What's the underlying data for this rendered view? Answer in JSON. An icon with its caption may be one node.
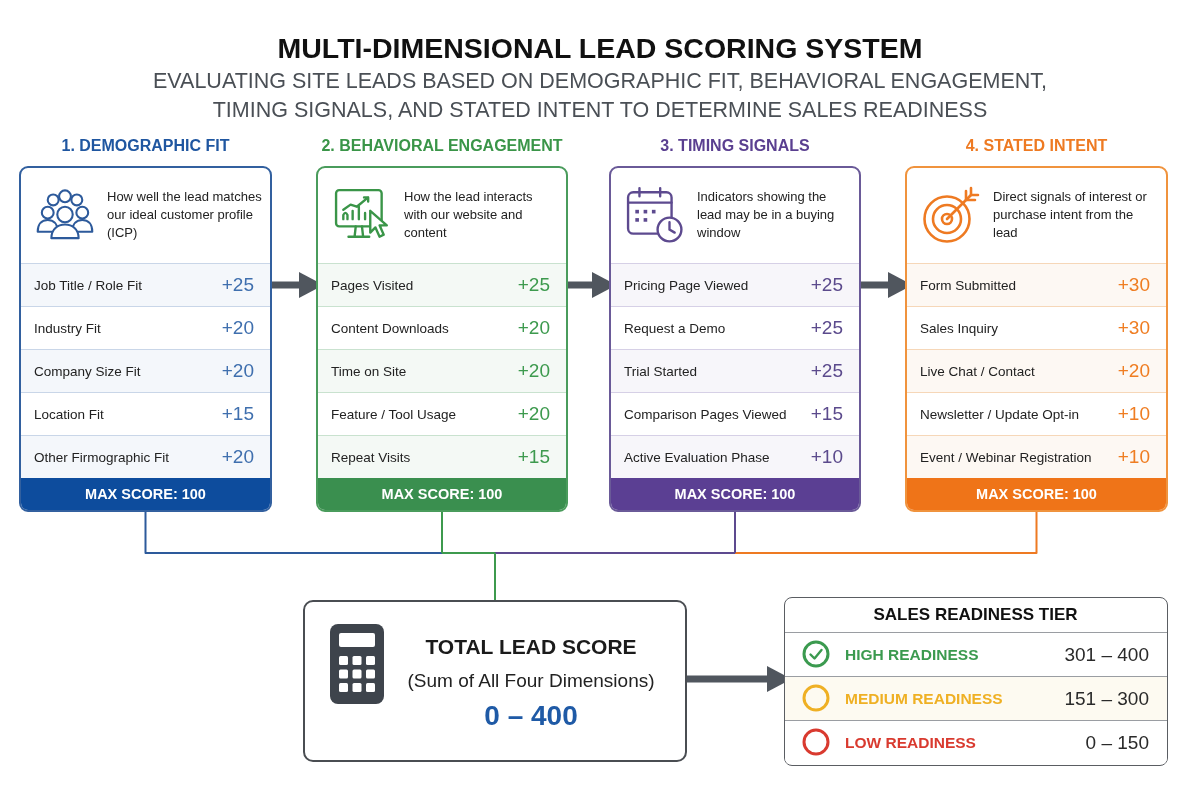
{
  "diagram": {
    "title": "MULTI-DIMENSIONAL LEAD SCORING SYSTEM",
    "nodes": [
      {
        "text": [
          "1. DEMOGRAPHIC FIT",
          "How well the lead matches our ideal customer profile (ICP)"
        ]
      },
      {
        "text": [
          "Job Title / Role Fit",
          "+25"
        ],
        "in": 0
      },
      {
        "text": [
          "Industry Fit",
          "+20"
        ],
        "in": 0
      },
      {
        "text": [
          "Company Size Fit",
          "+20"
        ],
        "in": 0
      },
      {
        "text": [
          "Location Fit",
          "+15"
        ],
        "in": 0
      },
      {
        "text": [
          "Other Firmographic Fit",
          "+20"
        ],
        "in": 0
      },
      {
        "text": [
          "MAX SCORE: 100"
        ],
        "in": 0
      },
      {
        "text": [
          "2. BEHAVIORAL ENGAGEMENT",
          "How the lead interacts with our website and content"
        ]
      },
      {
        "text": [
          "Pages Visited",
          "+25"
        ],
        "in": 7
      },
      {
        "text": [
          "Content Downloads",
          "+20"
        ],
        "in": 7
      },
      {
        "text": [
          "Time on Site",
          "+20"
        ],
        "in": 7
      },
      {
        "text": [
          "Feature / Tool Usage",
          "+20"
        ],
        "in": 7
      },
      {
        "text": [
          "Repeat Visits",
          "+15"
        ],
        "in": 7
      },
      {
        "text": [
          "MAX SCORE: 100"
        ],
        "in": 7
      },
      {
        "text": [
          "3. TIMING SIGNALS",
          "Indicators showing the lead may be in a buying window"
        ]
      },
      {
        "text": [
          "Pricing Page Viewed",
          "+25"
        ],
        "in": 14
      },
      {
        "text": [
          "Request a Demo",
          "+25"
        ],
        "in": 14
      },
      {
        "text": [
          "Trial Started",
          "+25"
        ],
        "in": 14
      },
      {
        "text": [
          "Comparison Pages Viewed",
          "+15"
        ],
        "in": 14
      },
      {
        "text": [
          "Active Evaluation Phase",
          "+10"
        ],
        "in": 14
      },
      {
        "text": [
          "MAX SCORE: 100"
        ],
        "in": 14
      },
      {
        "text": [
          "4. STATED INTENT",
          "Direct signals of interest or purchase intent from the lead"
        ]
      },
      {
        "text": [
          "Form Submitted",
          "+30"
        ],
        "in": 21
      },
      {
        "text": [
          "Sales Inquiry",
          "+30"
        ],
        "in": 21
      },
      {
        "text": [
          "Live Chat / Contact",
          "+20"
        ],
        "in": 21
      },
      {
        "text": [
          "Newsletter / Update Opt-in",
          "+10"
        ],
        "in": 21
      },
      {
        "text": [
          "Event / Webinar Registration",
          "+10"
        ],
        "in": 21
      },
      {
        "text": [
          "MAX SCORE: 100"
        ],
        "in": 21
      },
      {
        "text": [
          "TOTAL LEAD SCORE",
          "(Sum of All Four Dimensions)",
          "0 – 400"
        ]
      },
      {
        "text": [
          "SALES READINESS TIER"
        ]
      },
      {
        "text": [
          "HIGH READINESS",
          "301 – 400"
        ],
        "in": 29
      },
      {
        "text": [
          "MEDIUM READINESS",
          "151 – 300"
        ],
        "in": 29
      },
      {
        "text": [
          "LOW READINESS",
          "0 – 150"
        ],
        "in": 29
      }
    ],
    "edges": [
      {
        "from": 0,
        "to": 7,
        "arrow": "to",
        "style": "thick"
      },
      {
        "from": 7,
        "to": 14,
        "arrow": "to",
        "style": "thick"
      },
      {
        "from": 14,
        "to": 21,
        "arrow": "to",
        "style": "thick"
      },
      {
        "from": 0,
        "to": 28,
        "arrow": "none",
        "color": "#2d5a9b"
      },
      {
        "from": 7,
        "to": 28,
        "arrow": "none",
        "color": "#3d9a4e"
      },
      {
        "from": 14,
        "to": 28,
        "arrow": "none",
        "color": "#5d4a8f"
      },
      {
        "from": 21,
        "to": 28,
        "arrow": "none",
        "color": "#ee7a22"
      },
      {
        "from": 28,
        "to": 29,
        "arrow": "to",
        "style": "thick"
      }
    ],
    "labels": [
      "EVALUATING SITE LEADS BASED ON DEMOGRAPHIC FIT, BEHAVIORAL ENGAGEMENT, TIMING SIGNALS, AND STATED INTENT TO DETERMINE SALES READINESS"
    ]
  }
}
